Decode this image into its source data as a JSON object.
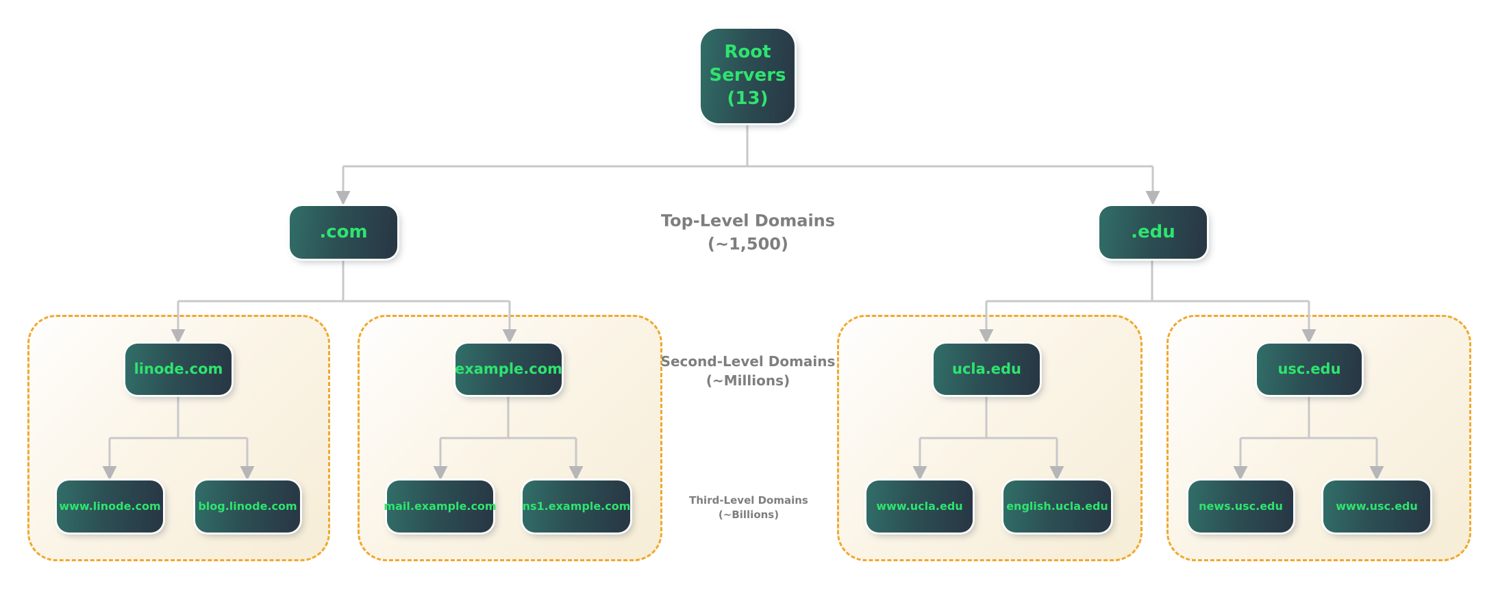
{
  "diagram": {
    "root_label": "Root\nServers\n(13)",
    "tld_com": ".com",
    "tld_edu": ".edu",
    "groups": [
      {
        "parent": "linode.com",
        "child1": "www.linode.com",
        "child2": "blog.linode.com"
      },
      {
        "parent": "example.com",
        "child1": "mail.example.com",
        "child2": "ns1.example.com"
      },
      {
        "parent": "ucla.edu",
        "child1": "www.ucla.edu",
        "child2": "english.ucla.edu"
      },
      {
        "parent": "usc.edu",
        "child1": "news.usc.edu",
        "child2": "www.usc.edu"
      }
    ],
    "level_labels": {
      "tld": "Top-Level Domains\n(~1,500)",
      "sld": "Second-Level Domains\n(~Millions)",
      "third": "Third-Level Domains\n(~Billions)"
    }
  },
  "colors": {
    "node_gradient_start": "#316e68",
    "node_gradient_end": "#283644",
    "node_text_green": "#2ee46e",
    "connector_gray": "#c8c8cb",
    "arrowhead_gray": "#b6b6b9",
    "group_border_amber": "#f0a82a",
    "group_bg_cream": "#f6edd6",
    "level_label_gray": "#7e7e7e",
    "background": "#ffffff"
  }
}
